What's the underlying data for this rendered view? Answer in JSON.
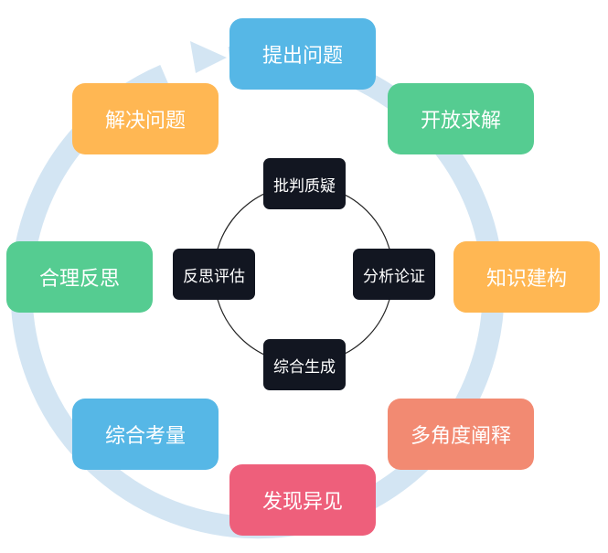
{
  "diagram": {
    "outer_cycle": [
      {
        "label": "提出问题",
        "color": "#56b7e6"
      },
      {
        "label": "开放求解",
        "color": "#55cc91"
      },
      {
        "label": "知识建构",
        "color": "#ffb753"
      },
      {
        "label": "多角度阐释",
        "color": "#f28a72"
      },
      {
        "label": "发现异见",
        "color": "#ee5f7b"
      },
      {
        "label": "综合考量",
        "color": "#56b7e6"
      },
      {
        "label": "合理反思",
        "color": "#55cc91"
      },
      {
        "label": "解决问题",
        "color": "#ffb753"
      }
    ],
    "inner_cycle": [
      {
        "label": "批判质疑"
      },
      {
        "label": "分析论证"
      },
      {
        "label": "综合生成"
      },
      {
        "label": "反思评估"
      }
    ],
    "colors": {
      "ring_arrow": "#d3e5f3",
      "inner_box": "#121621",
      "inner_circle": "#222222"
    },
    "cycle_direction": "clockwise"
  }
}
